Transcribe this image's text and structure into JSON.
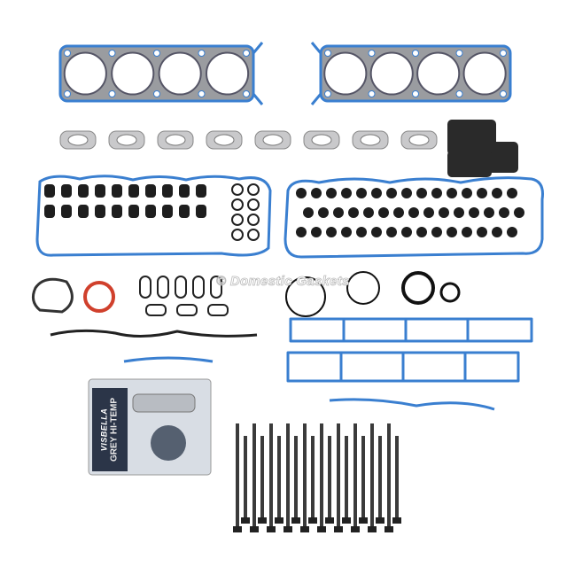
{
  "watermark": "© Domestic Gaskets",
  "package": {
    "brand": "VISBELLA",
    "product": "GREY HI-TEMP"
  },
  "colors": {
    "gasket_blue": "#3a7fd0",
    "head_gasket_gray": "#9a9ca0",
    "seal_black": "#1e1e1e"
  },
  "parts": {
    "head_gaskets": 2,
    "exhaust_gaskets": 8,
    "valve_cover_gaskets": 2,
    "valve_stem_seals": 20,
    "head_bolts": 20
  }
}
